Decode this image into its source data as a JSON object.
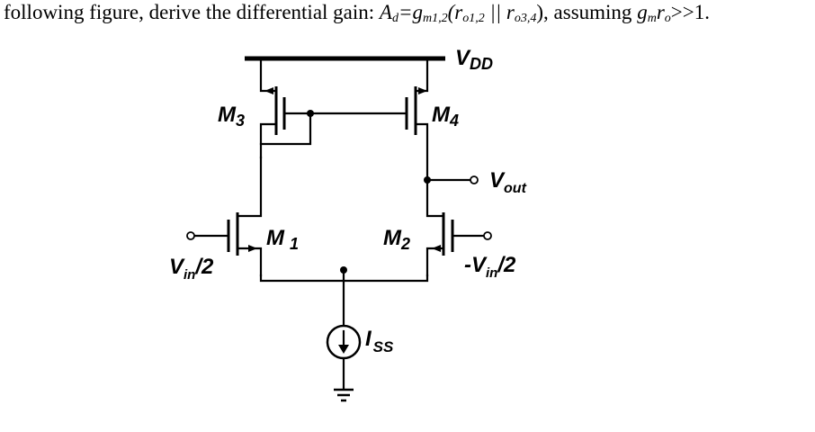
{
  "question": {
    "prefix": "following figure, derive the differential gain: ",
    "Ad": "A",
    "Ad_sub": "d",
    "eq": "=g",
    "gm_sub": "m1,2",
    "paren_open": "(r",
    "ro12_sub": "o1,2",
    "parallel": " || r",
    "ro34_sub": "o3,4",
    "paren_close": "), assuming ",
    "g": "g",
    "cond_gm_sub": "m",
    "r": "r",
    "cond_ro_sub": "o",
    "tail": ">>1."
  },
  "circuit": {
    "vdd": {
      "main": "V",
      "sub": "DD"
    },
    "m3": {
      "main": "M",
      "sub": "3"
    },
    "m4": {
      "main": "M",
      "sub": "4"
    },
    "m1": {
      "main": "M",
      "sub": "1"
    },
    "m2": {
      "main": "M",
      "sub": "2"
    },
    "vout": {
      "main": "V",
      "sub": "out"
    },
    "vin_pos": {
      "main": "V",
      "sub": "in",
      "tail": "/2"
    },
    "vin_neg": {
      "main": "-V",
      "sub": "in",
      "tail": "/2"
    },
    "iss": {
      "main": "I",
      "sub": "SS"
    }
  }
}
